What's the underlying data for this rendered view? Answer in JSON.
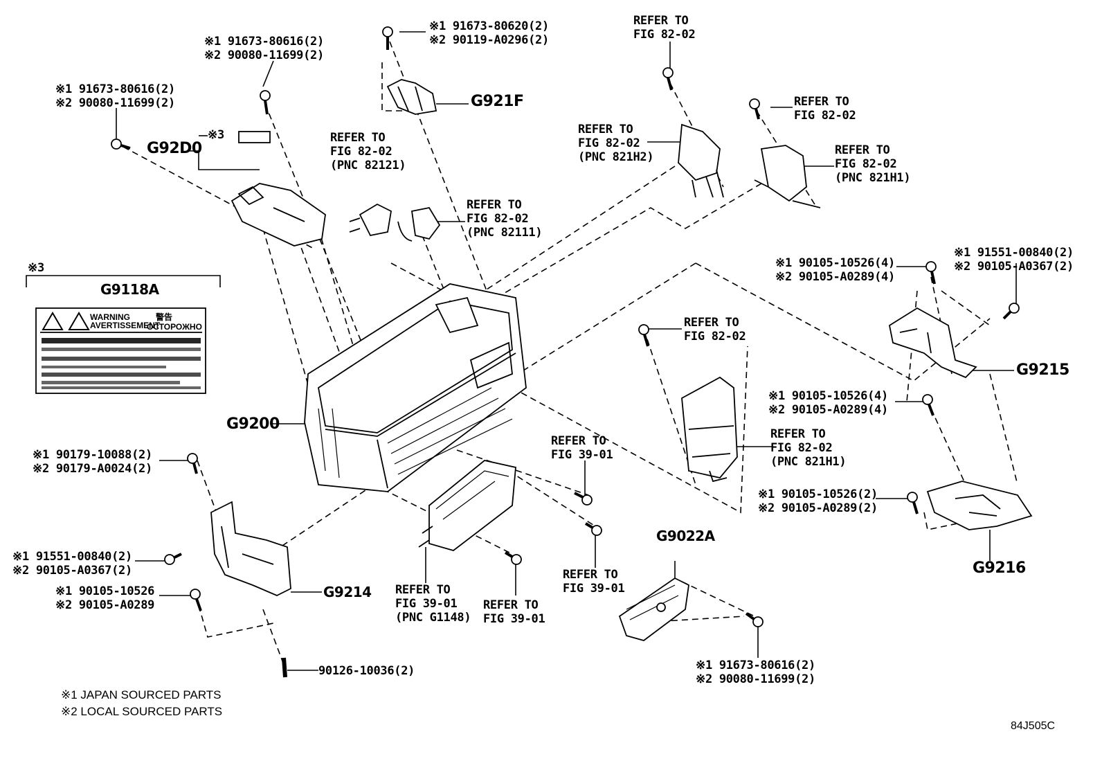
{
  "parts": {
    "g921f": "G921F",
    "g92d0": "G92D0",
    "g9118a": "G9118A",
    "g9200": "G9200",
    "g9214": "G9214",
    "g9215": "G9215",
    "g9216": "G9216",
    "g9022a": "G9022A"
  },
  "fasteners": {
    "top_center": [
      "※1 91673-80620(2)",
      "※2 90119-A0296(2)"
    ],
    "top_left_a": [
      "※1 91673-80616(2)",
      "※2 90080-11699(2)"
    ],
    "top_left_b": [
      "※1 91673-80616(2)",
      "※2 90080-11699(2)"
    ],
    "right_upper_a": [
      "※1 90105-10526(4)",
      "※2 90105-A0289(4)"
    ],
    "right_upper_b": [
      "※1 91551-00840(2)",
      "※2 90105-A0367(2)"
    ],
    "right_mid": [
      "※1 90105-10526(4)",
      "※2 90105-A0289(4)"
    ],
    "right_lower": [
      "※1 90105-10526(2)",
      "※2 90105-A0289(2)"
    ],
    "left_a": [
      "※1 90179-10088(2)",
      "※2 90179-A0024(2)"
    ],
    "left_b": [
      "※1 91551-00840(2)",
      "※2 90105-A0367(2)"
    ],
    "left_c": [
      "※1 90105-10526",
      "※2 90105-A0289"
    ],
    "stud": "90126-10036(2)",
    "bottom_right": [
      "※1 91673-80616(2)",
      "※2 90080-11699(2)"
    ]
  },
  "refers": {
    "top_fig": [
      "REFER TO",
      "FIG 82-02"
    ],
    "right_top": [
      "REFER TO",
      "FIG 82-02"
    ],
    "pnc_821h2": [
      "REFER TO",
      "FIG 82-02",
      "(PNC 821H2)"
    ],
    "pnc_821h1_top": [
      "REFER TO",
      "FIG 82-02",
      "(PNC 821H1)"
    ],
    "pnc_82121": [
      "REFER TO",
      "FIG 82-02",
      "(PNC 82121)"
    ],
    "pnc_82111": [
      "REFER TO",
      "FIG 82-02",
      "(PNC 82111)"
    ],
    "mid_fig": [
      "REFER TO",
      "FIG 82-02"
    ],
    "pnc_821h1_mid": [
      "REFER TO",
      "FIG 82-02",
      "(PNC 821H1)"
    ],
    "fig39_a": [
      "REFER TO",
      "FIG 39-01"
    ],
    "fig39_b": [
      "REFER TO",
      "FIG 39-01"
    ],
    "pnc_g1148": [
      "REFER TO",
      "FIG 39-01",
      "(PNC G1148)"
    ],
    "fig39_c": [
      "REFER TO",
      "FIG 39-01"
    ]
  },
  "label_box": {
    "marker": "※3",
    "warning": "WARNING",
    "avertissement": "AVERTISSEMENT",
    "kanji": "警告",
    "cyrillic": "ОСТОРОЖНО"
  },
  "marker_3": "※3",
  "legend": [
    "※1 JAPAN SOURCED PARTS",
    "※2 LOCAL SOURCED PARTS"
  ],
  "diagram_code": "84J505C"
}
